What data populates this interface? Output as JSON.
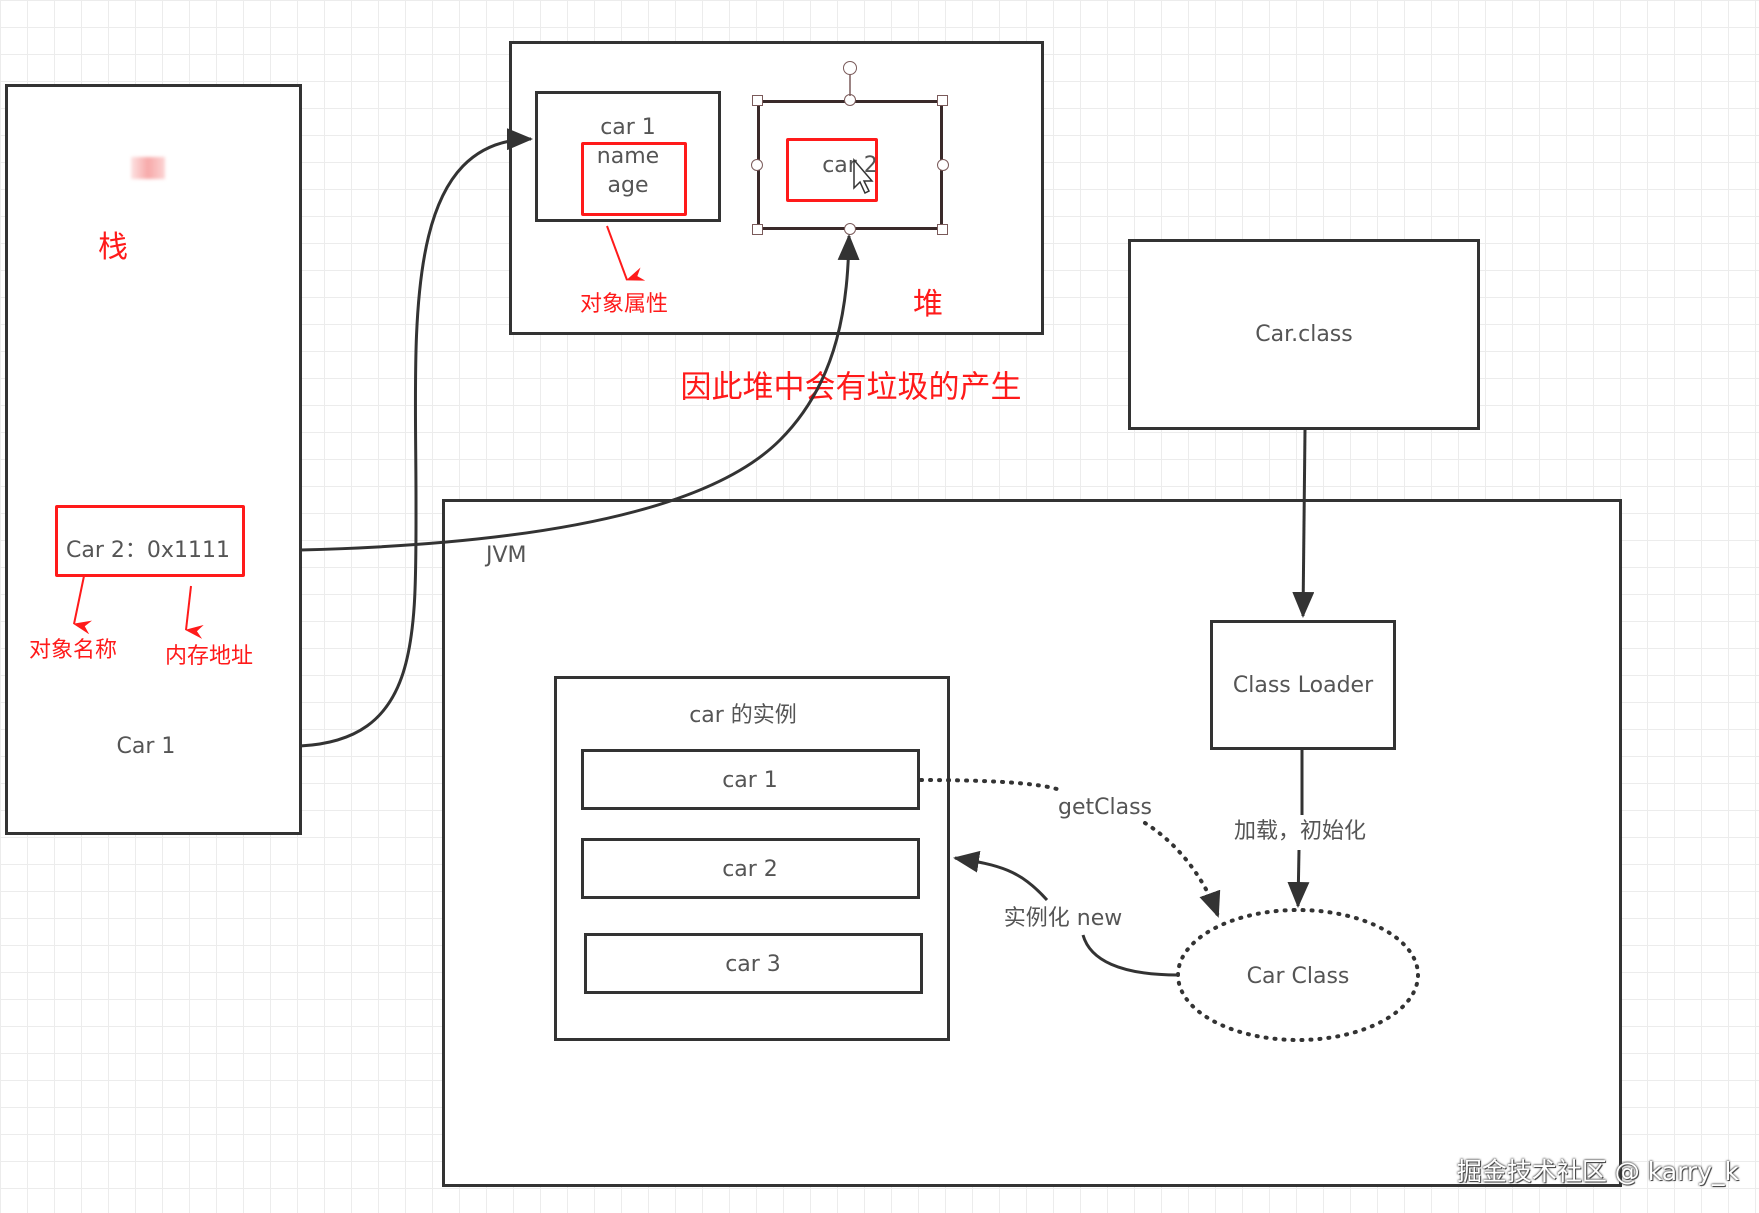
{
  "diagram": {
    "stack": {
      "title": "栈",
      "car2_ref": "Car 2：0x1111",
      "label_name": "对象名称",
      "label_address": "内存地址",
      "car1_ref": "Car 1"
    },
    "heap": {
      "title": "堆",
      "car1_box": {
        "title": "car 1",
        "fields": [
          "name",
          "age"
        ]
      },
      "car2_box": {
        "title": "car 2",
        "selected": true
      },
      "label_attributes": "对象属性"
    },
    "garbage_note": "因此堆中会有垃圾的产生",
    "class_file": {
      "label": "Car.class"
    },
    "jvm": {
      "label": "JVM",
      "class_loader": "Class Loader",
      "load_init_label": "加载，初始化",
      "car_class": "Car Class",
      "get_class_label": "getClass",
      "instantiate_label": "实例化 new",
      "instances": {
        "title": "car 的实例",
        "items": [
          "car 1",
          "car 2",
          "car 3"
        ]
      }
    },
    "edges": [
      {
        "from": "stack.car2_ref",
        "to": "heap.car2_box",
        "style": "solid",
        "arrow": true
      },
      {
        "from": "stack.car1_ref",
        "to": "heap.car1_box",
        "style": "solid",
        "arrow": true
      },
      {
        "from": "class_file",
        "to": "jvm.class_loader",
        "style": "solid",
        "arrow": true
      },
      {
        "from": "jvm.class_loader",
        "to": "jvm.car_class",
        "style": "solid",
        "arrow": true,
        "label": "加载，初始化"
      },
      {
        "from": "jvm.instances.car 1",
        "to": "jvm.car_class",
        "style": "dotted",
        "arrow": true,
        "label": "getClass"
      },
      {
        "from": "jvm.car_class",
        "to": "jvm.instances",
        "style": "solid",
        "arrow": true,
        "label": "实例化 new"
      }
    ]
  },
  "colors": {
    "annotation_red": "#ff1a1a",
    "stroke": "#333333",
    "text": "#555555"
  },
  "watermark": "掘金技术社区 @ karry_k"
}
